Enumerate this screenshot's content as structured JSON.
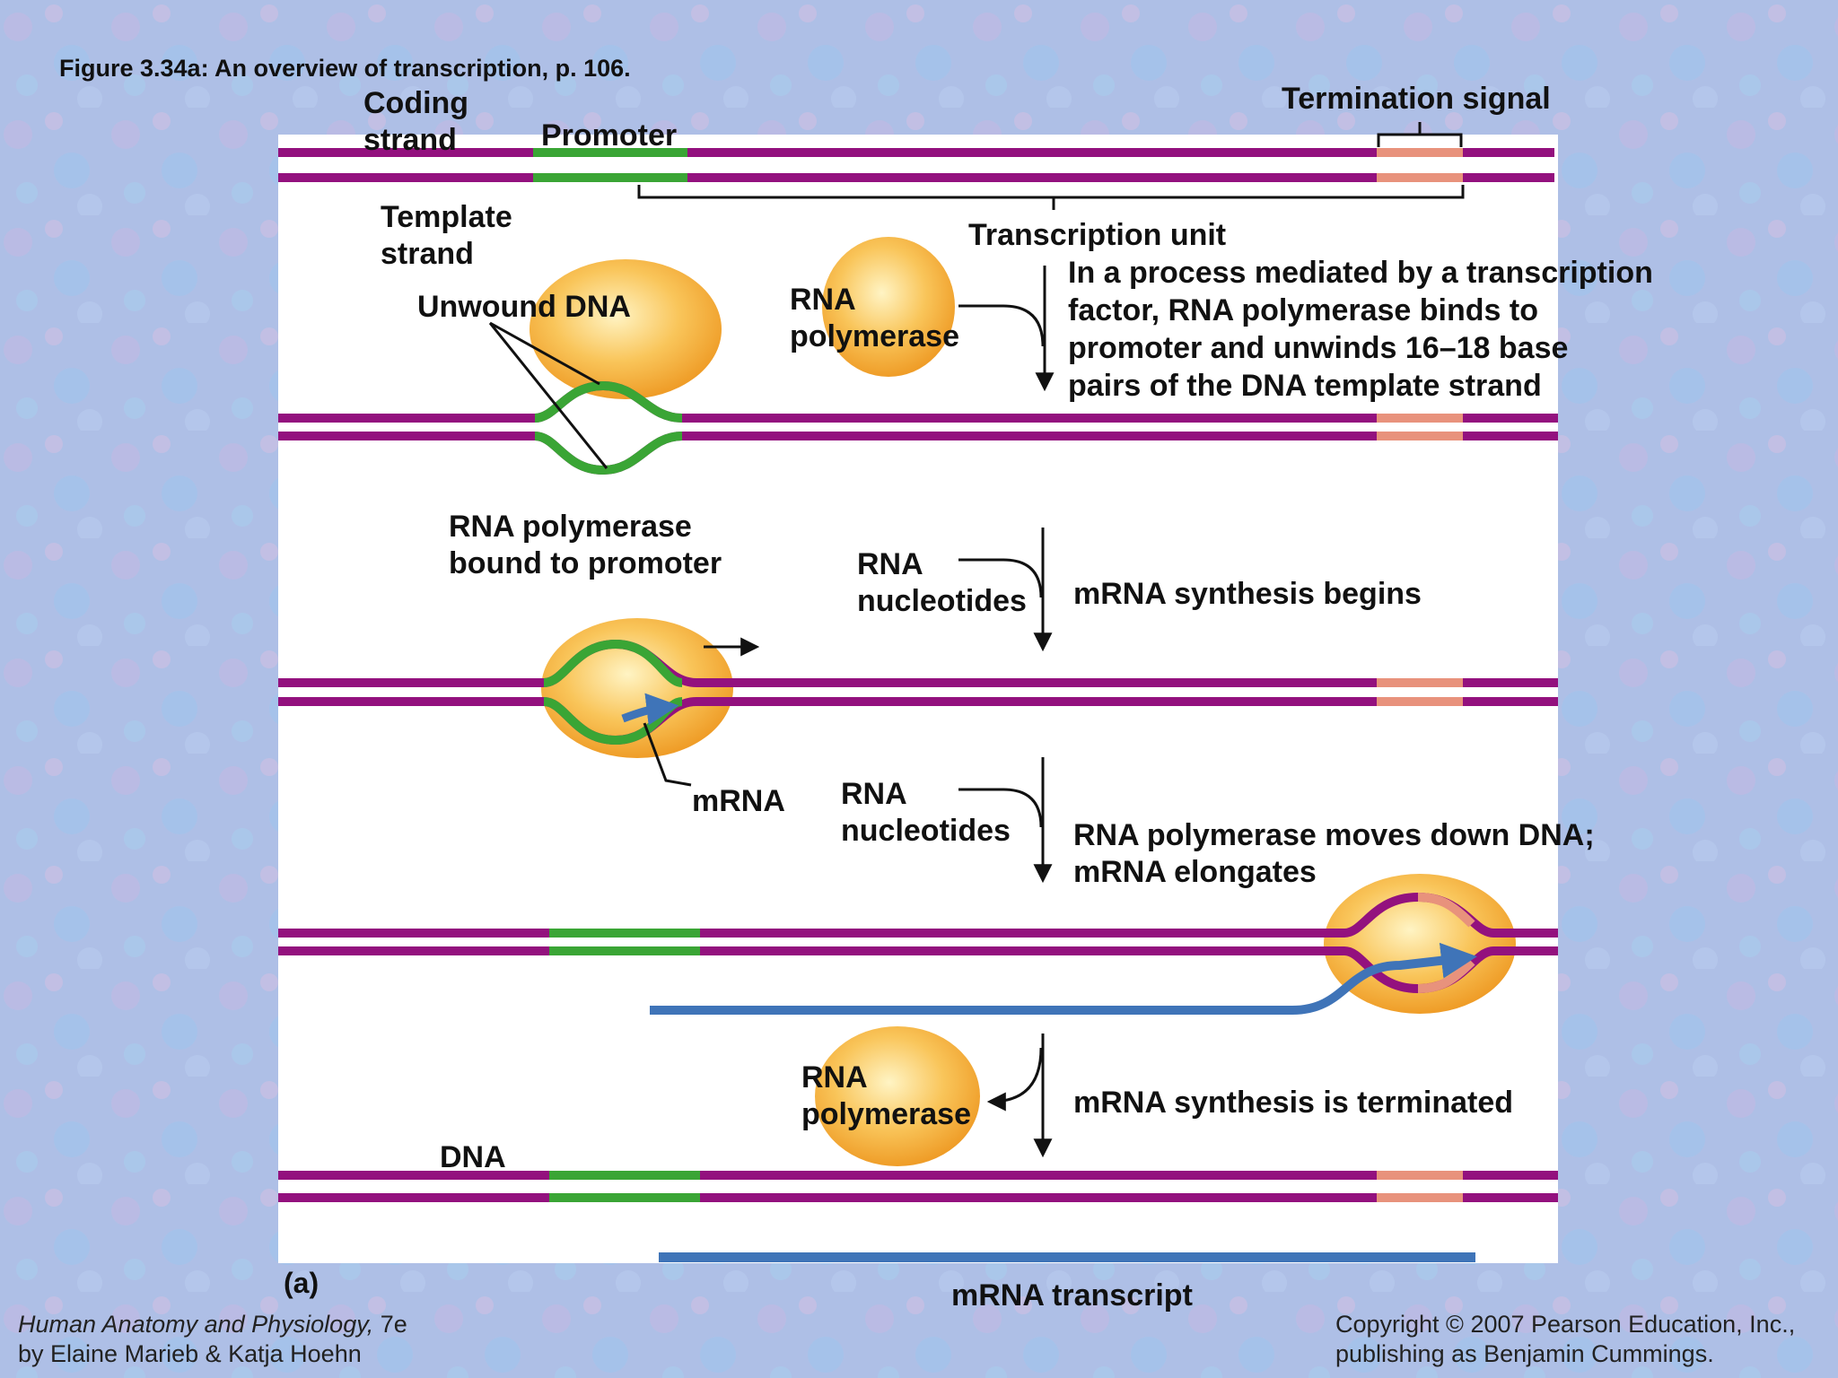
{
  "figure_title": "Figure 3.34a:  An overview of transcription, p. 106.",
  "labels": {
    "coding_strand": [
      "Coding",
      "strand"
    ],
    "promoter": "Promoter",
    "termination_signal": "Termination signal",
    "template_strand": [
      "Template",
      "strand"
    ],
    "transcription_unit": "Transcription unit",
    "unwound_dna": "Unwound DNA",
    "rna_polymerase": [
      "RNA",
      "polymerase"
    ],
    "rna_polymerase_bound": [
      "RNA polymerase",
      "bound to promoter"
    ],
    "rna_nucleotides": [
      "RNA",
      "nucleotides"
    ],
    "mrna": "mRNA",
    "dna": "DNA",
    "panel": "(a)",
    "mrna_transcript": "mRNA  transcript"
  },
  "steps": [
    [
      "In a process mediated by a transcription",
      "factor, RNA polymerase binds to",
      "promoter and unwinds 16–18 base",
      "pairs of the DNA template strand"
    ],
    [
      "mRNA synthesis begins"
    ],
    [
      "RNA polymerase moves down DNA;",
      "mRNA elongates"
    ],
    [
      "mRNA synthesis is terminated"
    ]
  ],
  "footer": {
    "book_title": "Human Anatomy and Physiology,",
    "edition": " 7e",
    "authors": "by Elaine Marieb & Katja Hoehn",
    "copyright": "Copyright © 2007 Pearson Education, Inc.,",
    "publisher": "publishing as Benjamin Cummings."
  },
  "colors": {
    "dna_strand": "#93117e",
    "promoter": "#3aa535",
    "termination_signal": "#e8927c",
    "mrna": "#3f74b8",
    "polymerase": "#f6b43a",
    "panel_background": "#ffffff",
    "slide_background": "#aebfe6"
  }
}
